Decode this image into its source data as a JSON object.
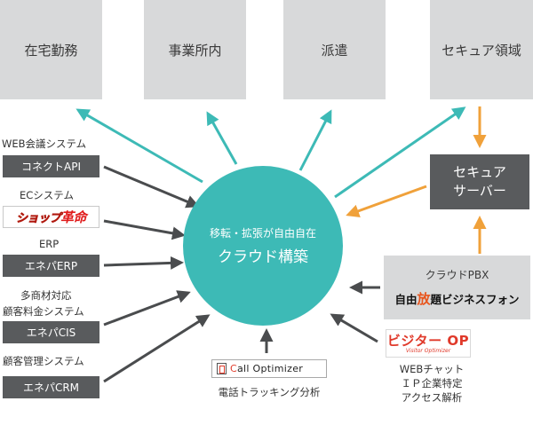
{
  "top_boxes": [
    "在宅勤務",
    "事業所内",
    "派遣",
    "セキュア領域"
  ],
  "center": {
    "sub": "移転・拡張が自由自在",
    "main": "クラウド構築"
  },
  "secure_server": {
    "line1": "セキュア",
    "line2": "サーバー"
  },
  "pbx": {
    "title": "クラウドPBX",
    "product_a": "自由",
    "product_hl": "放",
    "product_b": "題ビジネスフォン"
  },
  "left_items": {
    "web_conf_label": "WEB会議システム",
    "connect_api": "コネクトAPI",
    "ec_label": "ECシステム",
    "shop_logo_a": "ショップ",
    "shop_logo_b": "革命",
    "erp_label": "ERP",
    "enepa_erp": "エネパERP",
    "cis_label1": "多商材対応",
    "cis_label2": "顧客料金システム",
    "enepa_cis": "エネパCIS",
    "crm_label": "顧客管理システム",
    "enepa_crm": "エネパCRM"
  },
  "call_optimizer": {
    "logo_text": "Call Optimizer",
    "caption": "電話トラッキング分析"
  },
  "visitor": {
    "logo_main": "ビジター OP",
    "logo_sub": "Visitor Optimizer",
    "line1": "WEBチャット",
    "line2": "ＩＰ企業特定",
    "line3": "アクセス解析"
  },
  "colors": {
    "teal": "#3dbab6",
    "orange": "#f0a13a",
    "dark_arrow": "#4a4c4e",
    "box_gray": "#d8d9da",
    "dark_box": "#595b5d"
  }
}
